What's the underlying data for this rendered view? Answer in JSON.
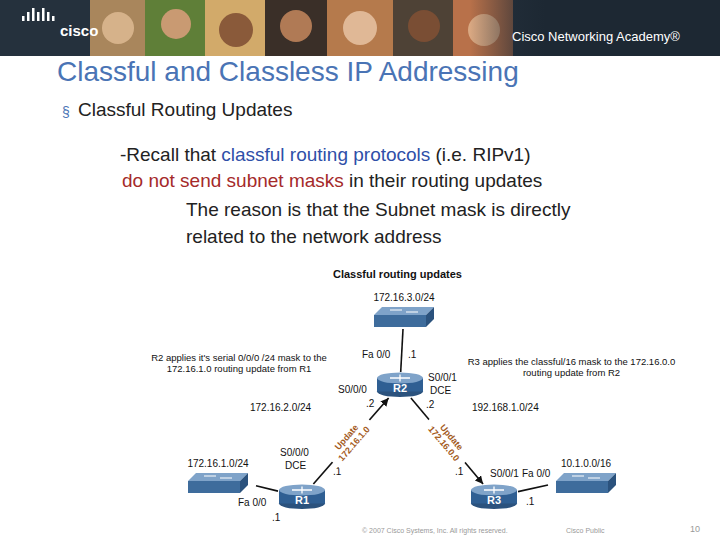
{
  "diagram": {
    "title": "Classful and Classless IP Addressing",
    "caption": "Classful routing updates",
    "nodes": [
      {
        "text": [
          "172.16.3.0/24"
        ]
      },
      {
        "text": [
          "R2"
        ]
      },
      {
        "text": [
          "172.16.1.0/24"
        ]
      },
      {
        "text": [
          "R1"
        ]
      },
      {
        "text": [
          "R3"
        ]
      },
      {
        "text": [
          "10.1.0.0/16"
        ]
      }
    ],
    "edges": [
      {
        "from": 0,
        "to": 1,
        "arrow": "none"
      },
      {
        "from": 3,
        "to": 1,
        "label": "Update 172.16.1.0",
        "arrow": "to"
      },
      {
        "from": 1,
        "to": 4,
        "label": "Update 172.16.0.0",
        "arrow": "to"
      },
      {
        "from": 2,
        "to": 3,
        "arrow": "none"
      },
      {
        "from": 4,
        "to": 5,
        "arrow": "none"
      }
    ],
    "labels": [
      "cisco",
      "Cisco Networking Academy®",
      "§",
      "Classful Routing Updates",
      "-Recall that",
      "classful routing protocols",
      "(i.e. RIPv1)",
      "do not send subnet masks",
      "in their routing updates",
      "The reason is that the Subnet mask is directly related to the network address",
      "R2 applies it's serial 0/0/0 /24 mask to the 172.16.1.0 routing update from R1",
      "R3 applies the classful/16 mask to the 172.16.0.0 routing update from R2",
      "Fa 0/0",
      ".1",
      "S0/0/0",
      ".2",
      "S0/0/1",
      "DCE",
      ".2",
      "172.16.2.0/24",
      "192.168.1.0/24",
      "S0/0/0",
      "DCE",
      ".1",
      "Fa 0/0",
      ".1",
      ".1",
      "S0/0/1",
      "Fa 0/0",
      ".1",
      "© 2007 Cisco Systems, Inc. All rights reserved.",
      "Cisco Public",
      "10"
    ]
  }
}
